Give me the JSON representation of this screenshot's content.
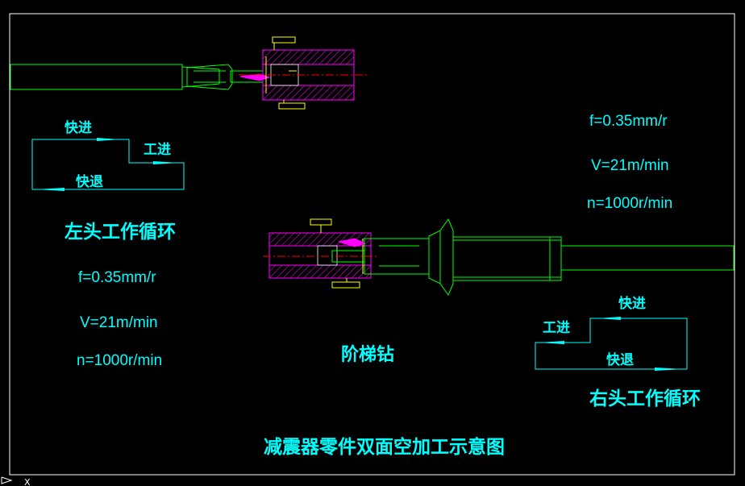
{
  "title": "减震器零件双面空加工示意图",
  "center_label": "阶梯钻",
  "left_cycle": {
    "label": "左头工作循环",
    "fast_in": "快进",
    "work_in": "工进",
    "fast_out": "快退"
  },
  "right_cycle": {
    "label": "右头工作循环",
    "fast_in": "快进",
    "work_in": "工进",
    "fast_out": "快退"
  },
  "left_params": {
    "f": "f=0.35mm/r",
    "v": "V=21m/min",
    "n": "n=1000r/min"
  },
  "right_params": {
    "f": "f=0.35mm/r",
    "v": "V=21m/min",
    "n": "n=1000r/min"
  },
  "ucs_marker": "X",
  "colors": {
    "background": "#000000",
    "frame": "#ffffff",
    "outline": "#00ff00",
    "text_cyan": "#00ffff",
    "part_magenta": "#ff00ff",
    "dimension_yellow": "#ffff00",
    "centerline_red": "#ff0000"
  }
}
